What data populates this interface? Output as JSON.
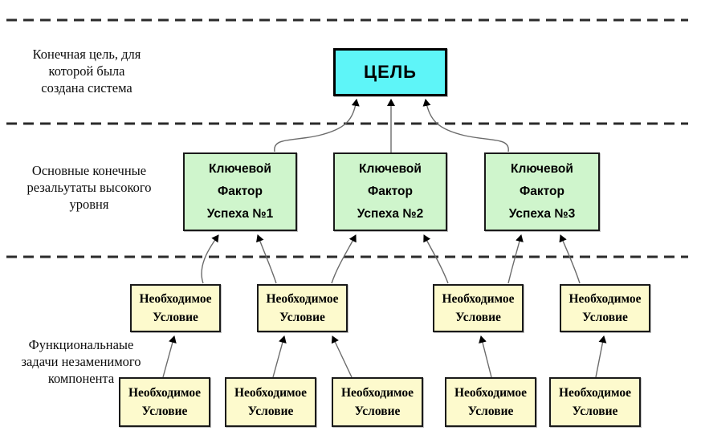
{
  "colors": {
    "goal_fill": "#5ef5f8",
    "ksf_fill": "#cff5cc",
    "nc_fill": "#fdfacd",
    "box_border": "#1a1a1a",
    "arrow_stroke": "#6b6b6b",
    "arrowhead_fill": "#000000",
    "dash_color": "#2b2b2b",
    "text_color": "#000000"
  },
  "annotations": {
    "goal_level": {
      "lines": [
        "Конечная цель, для",
        "которой была",
        "создана система"
      ]
    },
    "ksf_level": {
      "lines": [
        "Основные конечные",
        "резальутаты высокого",
        "уровня"
      ]
    },
    "nc_level": {
      "lines": [
        "Функциональнаые",
        "задачи незаменимого",
        "компонента"
      ]
    }
  },
  "goal": {
    "label": "ЦЕЛЬ"
  },
  "ksf": [
    {
      "lines": [
        "Ключевой",
        "Фактор",
        "Успеха №1"
      ]
    },
    {
      "lines": [
        "Ключевой",
        "Фактор",
        "Успеха №2"
      ]
    },
    {
      "lines": [
        "Ключевой",
        "Фактор",
        "Успеха №3"
      ]
    }
  ],
  "nc": {
    "lines": [
      "Необходимое",
      "Условие"
    ]
  }
}
